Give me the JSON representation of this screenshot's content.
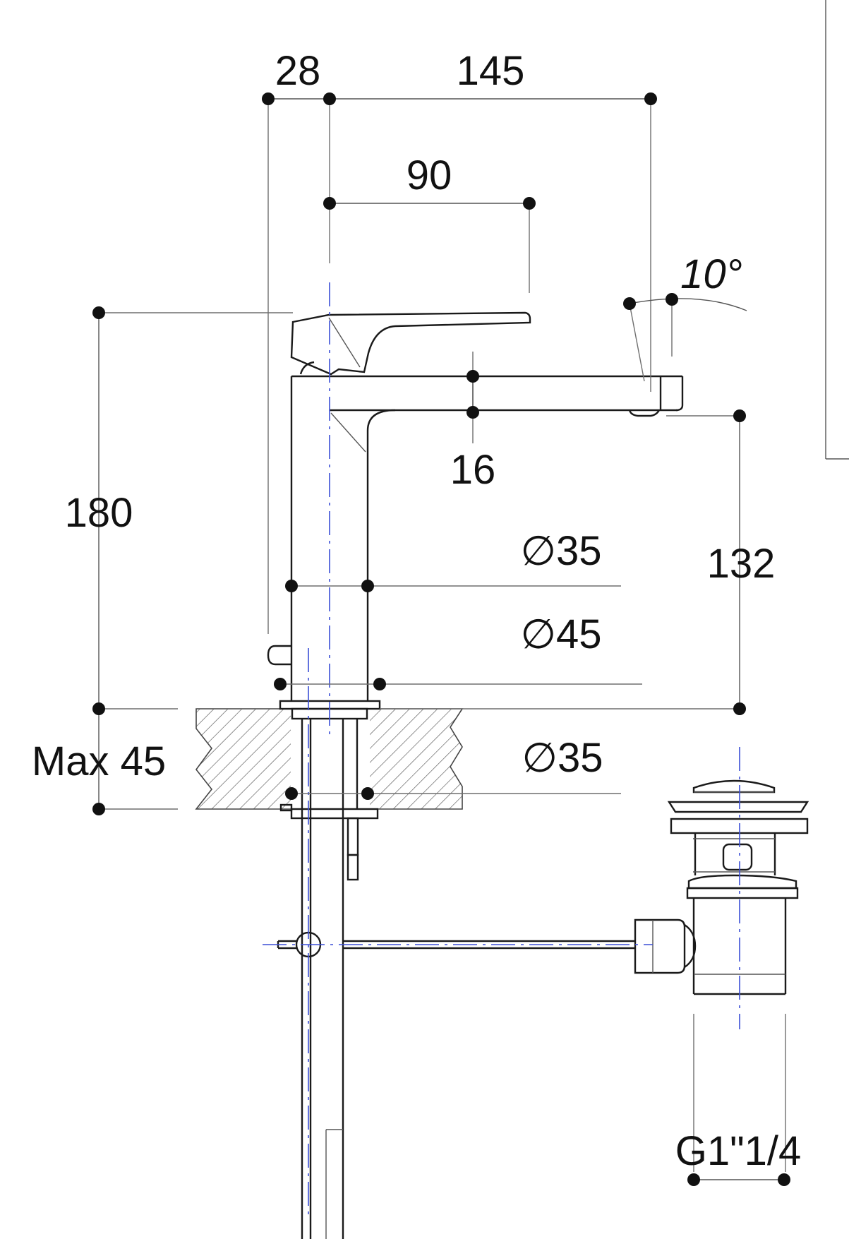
{
  "labels": {
    "dim_28": "28",
    "dim_145": "145",
    "dim_90": "90",
    "angle_10": "10°",
    "dim_16": "16",
    "dim_180": "180",
    "dim_132": "132",
    "dia_35_top": "∅35",
    "dia_45": "∅45",
    "dia_35_bottom": "∅35",
    "max_45": "Max 45",
    "thread": "G1\"1/4"
  },
  "colors": {
    "line": "#1a1a1a",
    "centerline": "#3b4fd6",
    "hatch": "#555555"
  }
}
